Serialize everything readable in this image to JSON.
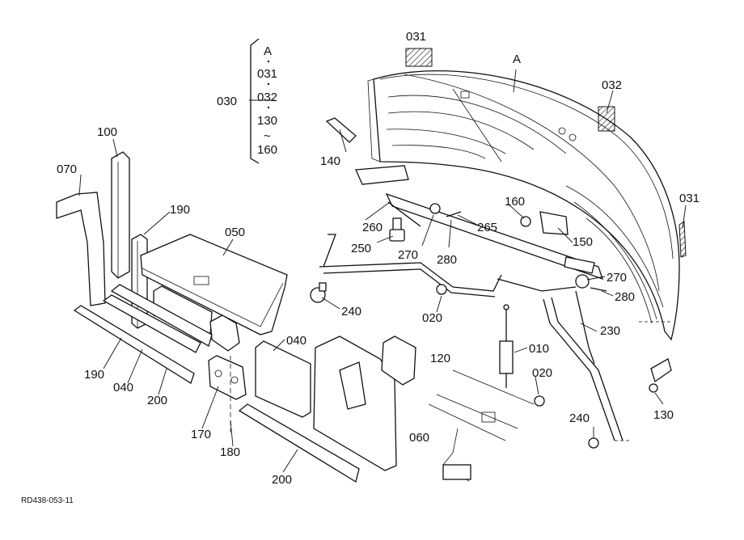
{
  "labels": {
    "p031a": "031",
    "pA": "A",
    "p032": "032",
    "p031b": "031",
    "p030": "030",
    "s_a": "A",
    "s_031": "031",
    "s_032": "032",
    "s_130": "130",
    "s_tilde": "~",
    "s_160": "160",
    "p100": "100",
    "p070": "070",
    "p190a": "190",
    "p050": "050",
    "p140": "140",
    "p160": "160",
    "p260": "260",
    "p250": "250",
    "p265": "265",
    "p150": "150",
    "p270a": "270",
    "p280a": "280",
    "p270b": "270",
    "p280b": "280",
    "p240a": "240",
    "p020a": "020",
    "p230": "230",
    "p040a": "040",
    "p010": "010",
    "p120": "120",
    "p020b": "020",
    "p190b": "190",
    "p040b": "040",
    "p200a": "200",
    "p170": "170",
    "p180": "180",
    "p060": "060",
    "p240b": "240",
    "p130": "130",
    "p200b": "200"
  },
  "footer": {
    "code": "RD438-053-11"
  }
}
